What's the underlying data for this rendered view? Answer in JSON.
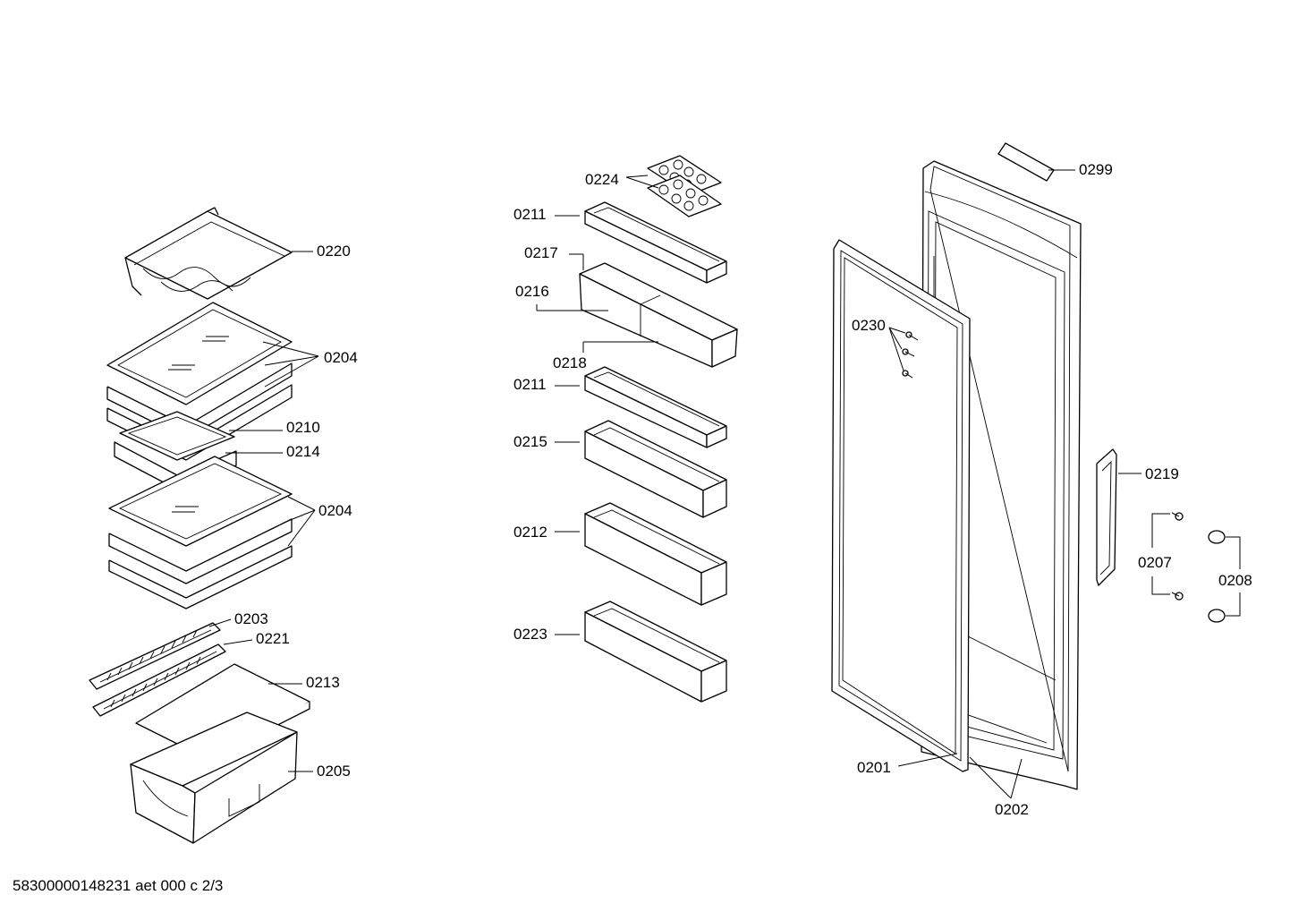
{
  "labels": {
    "p0220": "0220",
    "p0204a": "0204",
    "p0210": "0210",
    "p0214": "0214",
    "p0204b": "0204",
    "p0203": "0203",
    "p0221": "0221",
    "p0213": "0213",
    "p0205": "0205",
    "p0224": "0224",
    "p0211a": "0211",
    "p0217": "0217",
    "p0216": "0216",
    "p0218": "0218",
    "p0211b": "0211",
    "p0215": "0215",
    "p0212": "0212",
    "p0223": "0223",
    "p0299": "0299",
    "p0230": "0230",
    "p0219": "0219",
    "p0207": "0207",
    "p0208": "0208",
    "p0201": "0201",
    "p0202": "0202"
  },
  "footer": {
    "drawing_id": "58300000148231 aet 000 c 2/3"
  }
}
